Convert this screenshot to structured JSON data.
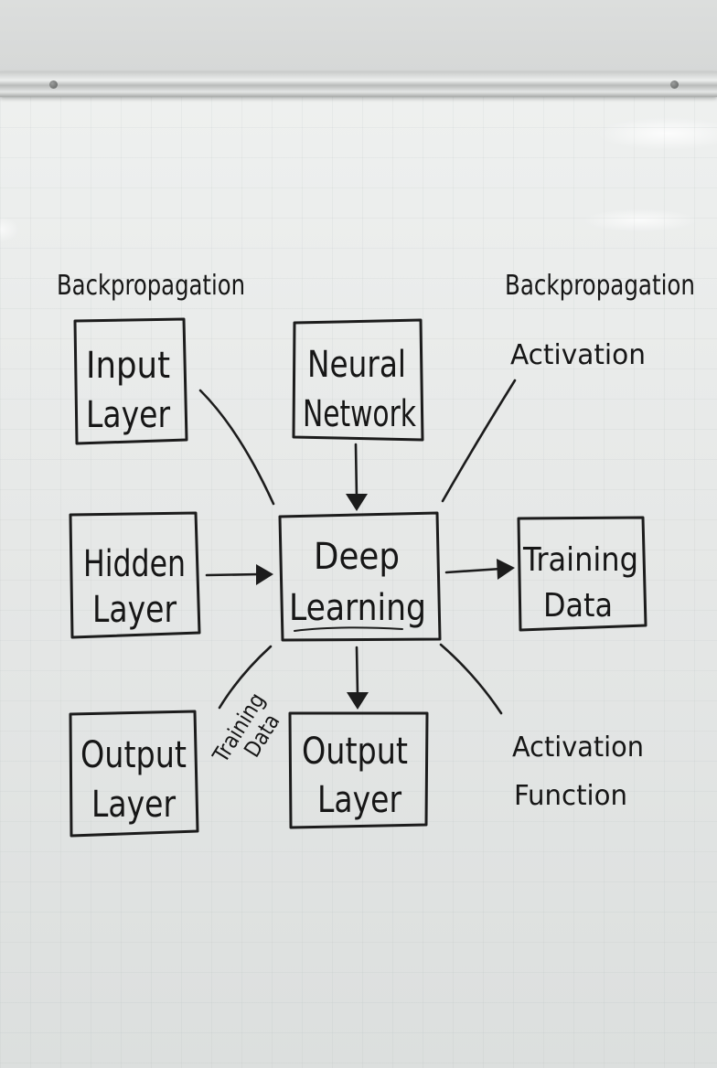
{
  "nodes": {
    "input_layer": {
      "line1": "Input",
      "line2": "Layer"
    },
    "neural_network": {
      "line1": "Neural",
      "line2": "Network"
    },
    "hidden_layer": {
      "line1": "Hidden",
      "line2": "Layer"
    },
    "deep_learning": {
      "line1": "Deep",
      "line2": "Learning"
    },
    "training_data": {
      "line1": "Training",
      "line2": "Data"
    },
    "output_layer_left": {
      "line1": "Output",
      "line2": "Layer"
    },
    "output_layer_center": {
      "line1": "Output",
      "line2": "Layer"
    }
  },
  "labels": {
    "backprop_left": "Backpropagation",
    "backprop_right": "Backpropagation",
    "activation": "Activation",
    "activation_function_line1": "Activation",
    "activation_function_line2": "Function",
    "edge_training_line1": "Training",
    "edge_training_line2": "Data"
  },
  "colors": {
    "ink": "#1c1c1c",
    "board": "#e6e8e7",
    "rail": "#c9cbca"
  }
}
